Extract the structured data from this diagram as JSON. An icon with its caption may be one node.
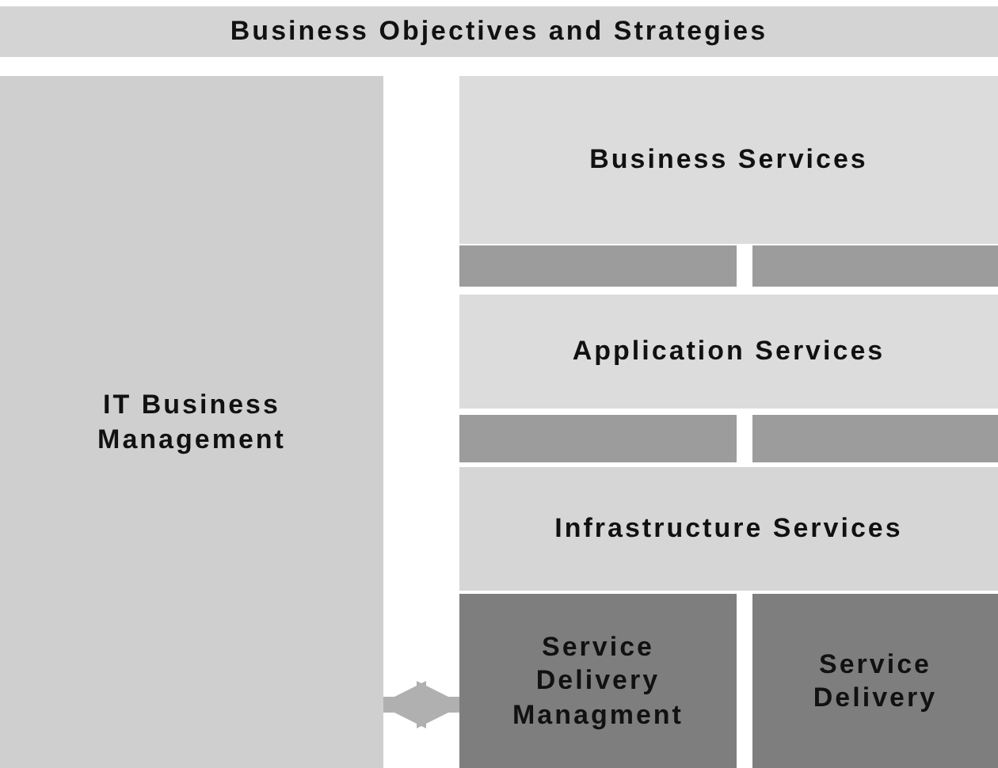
{
  "diagram": {
    "nodes": [
      {
        "text": [
          "Business Objectives and Strategies"
        ]
      },
      {
        "text": [
          "IT Business Management"
        ]
      },
      {
        "text": [
          "Business Services"
        ]
      },
      {
        "text": [],
        "shape": "bar"
      },
      {
        "text": [],
        "shape": "bar"
      },
      {
        "text": [
          "Application Services"
        ]
      },
      {
        "text": [],
        "shape": "bar"
      },
      {
        "text": [],
        "shape": "bar"
      },
      {
        "text": [
          "Infrastructure Services"
        ]
      },
      {
        "text": [
          "Service Delivery Managment"
        ]
      },
      {
        "text": [
          "Service Delivery"
        ]
      }
    ],
    "edges": [
      {
        "from": 1,
        "to": 9,
        "arrow": "both"
      }
    ]
  }
}
